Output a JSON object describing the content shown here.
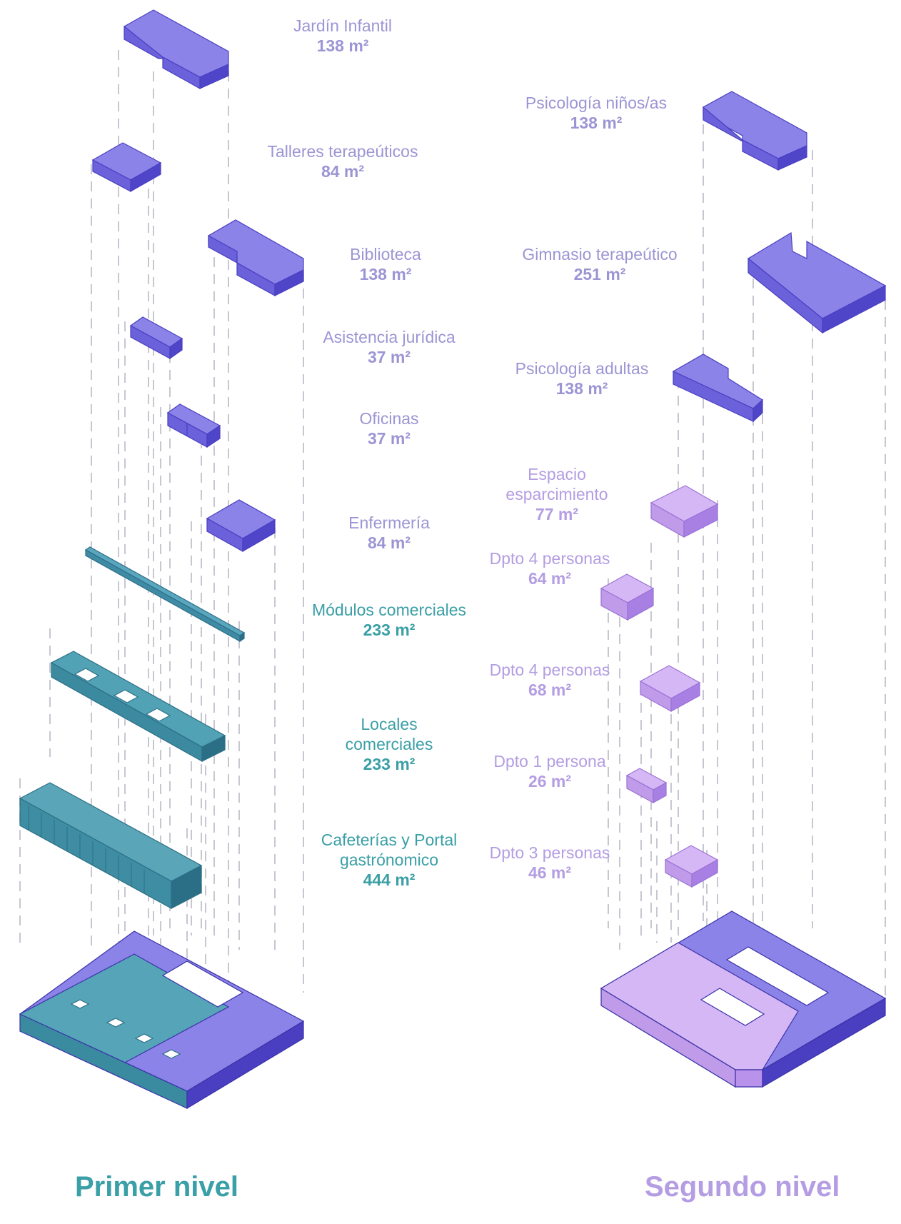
{
  "colors": {
    "blue_face": "#8c83e9",
    "blue_side": "#5a4fd2",
    "blue_label": "#9c95d4",
    "teal_face": "#4fa3b8",
    "teal_side": "#2f7f98",
    "teal_label": "#3a9fa6",
    "lilac_face": "#d6b7f5",
    "lilac_side": "#a87fe2",
    "lilac_label": "#b49de2",
    "guide_line": "#b9b9c6"
  },
  "primer_nivel": {
    "title": "Primer nivel",
    "spaces": [
      {
        "name": "Jardín Infantil",
        "area": "138 m²",
        "tone": "blue"
      },
      {
        "name": "Talleres terapeúticos",
        "area": "84 m²",
        "tone": "blue"
      },
      {
        "name": "Biblioteca",
        "area": "138 m²",
        "tone": "blue"
      },
      {
        "name": "Asistencia jurídica",
        "area": "37 m²",
        "tone": "blue"
      },
      {
        "name": "Oficinas",
        "area": "37 m²",
        "tone": "blue"
      },
      {
        "name": "Enfermería",
        "area": "84 m²",
        "tone": "blue"
      },
      {
        "name": "Módulos comerciales",
        "area": "233 m²",
        "tone": "teal"
      },
      {
        "name": "Locales\ncomerciales",
        "area": "233 m²",
        "tone": "teal"
      },
      {
        "name": "Cafeterías y Portal\ngastrónomico",
        "area": "444 m²",
        "tone": "teal"
      }
    ]
  },
  "segundo_nivel": {
    "title": "Segundo nivel",
    "spaces": [
      {
        "name": "Psicología niños/as",
        "area": "138 m²",
        "tone": "blue"
      },
      {
        "name": "Gimnasio terapeútico",
        "area": "251 m²",
        "tone": "blue"
      },
      {
        "name": "Psicología adultas",
        "area": "138 m²",
        "tone": "blue"
      },
      {
        "name": "Espacio\nesparcimiento",
        "area": "77 m²",
        "tone": "lilac"
      },
      {
        "name": "Dpto 4 personas",
        "area": "64 m²",
        "tone": "lilac"
      },
      {
        "name": "Dpto 4 personas",
        "area": "68 m²",
        "tone": "lilac"
      },
      {
        "name": "Dpto 1 persona",
        "area": "26 m²",
        "tone": "lilac"
      },
      {
        "name": "Dpto 3 personas",
        "area": "46 m²",
        "tone": "lilac"
      }
    ]
  }
}
